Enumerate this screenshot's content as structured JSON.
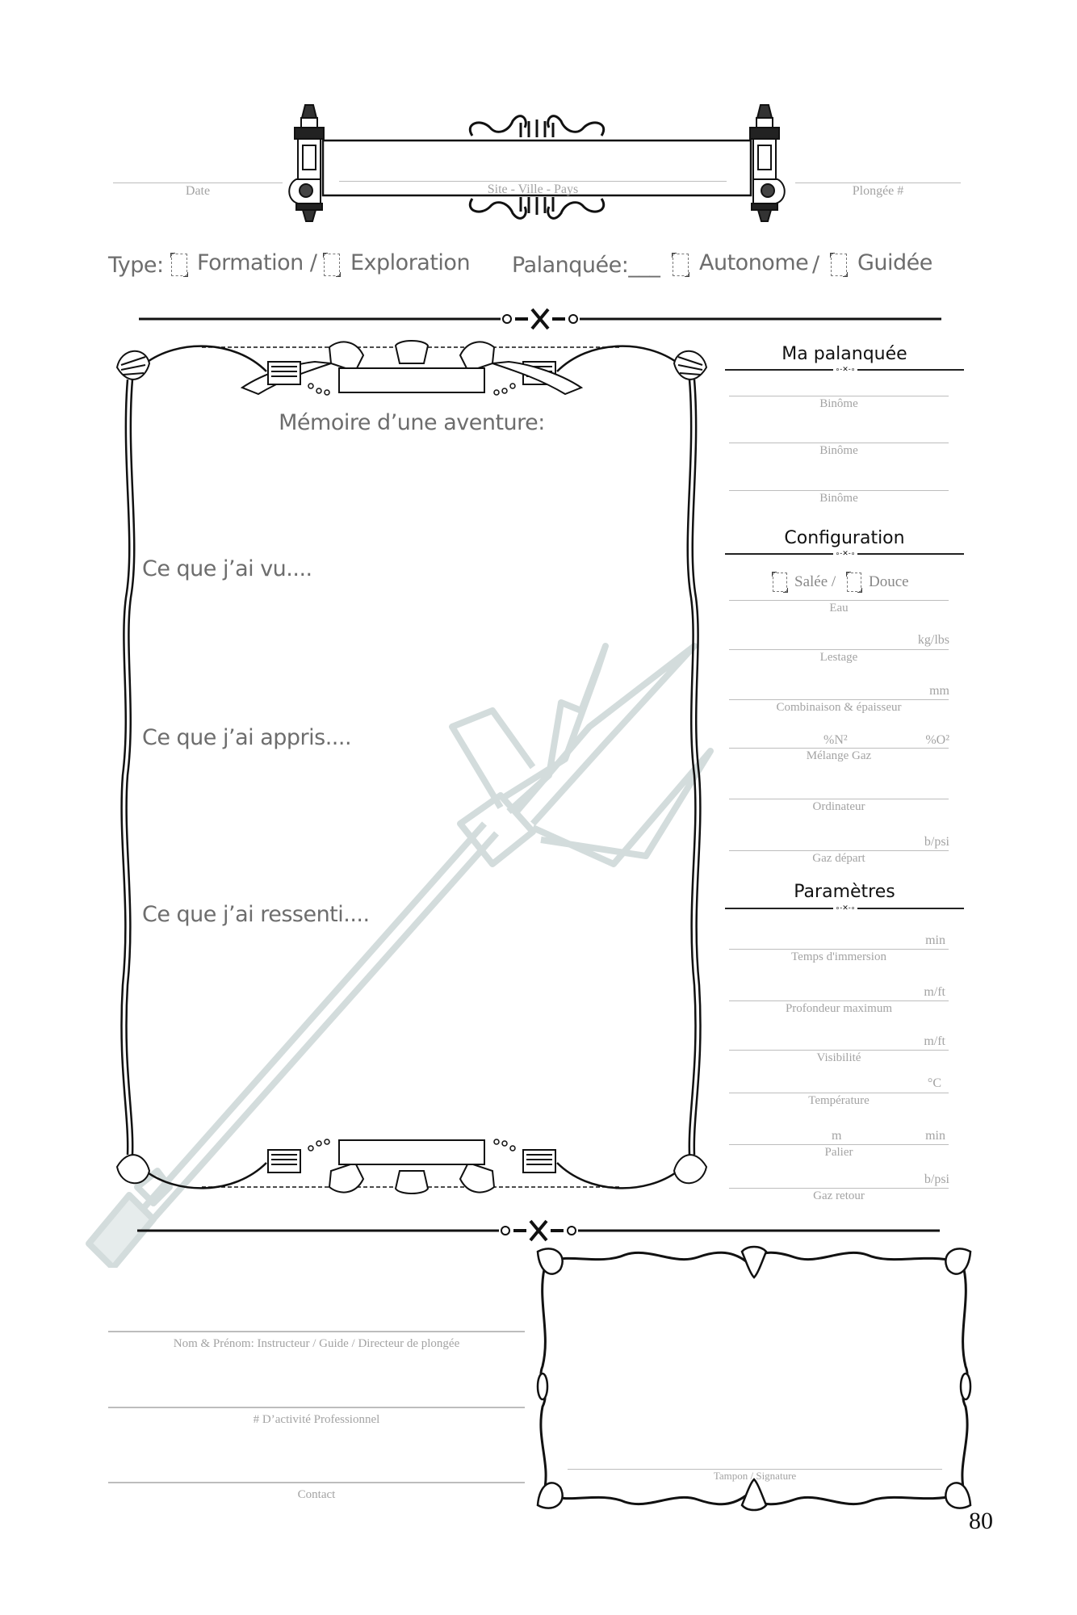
{
  "header": {
    "date_label": "Date",
    "site_label": "Site - Ville - Pays",
    "dive_number_label": "Plongée #"
  },
  "type_row": {
    "type_label": "Type:",
    "options": [
      {
        "label": "Formation /",
        "checked": false
      },
      {
        "label": "Exploration",
        "checked": false
      }
    ],
    "palanquee_label": "Palanquée:___",
    "palanquee_options": [
      {
        "label": "Autonome",
        "checked": false
      },
      {
        "label": "Guidée",
        "checked": false
      }
    ],
    "separator": "/"
  },
  "memoir": {
    "title": "Mémoire d’une aventure:",
    "prompts": [
      "Ce que j’ai vu....",
      "Ce que j’ai appris....",
      "Ce que j’ai ressenti...."
    ]
  },
  "sidebar": {
    "ma_palanquee": {
      "title": "Ma palanquée",
      "fields": [
        {
          "label": "Binôme"
        },
        {
          "label": "Binôme"
        },
        {
          "label": "Binôme"
        }
      ]
    },
    "configuration": {
      "title": "Configuration",
      "water_options": [
        {
          "label": "Salée /",
          "checked": false
        },
        {
          "label": "Douce",
          "checked": false
        }
      ],
      "fields": [
        {
          "label": "Eau",
          "unit_left": "",
          "unit_right": ""
        },
        {
          "label": "Lestage",
          "unit_left": "",
          "unit_right": "kg/lbs"
        },
        {
          "label": "Combinaison & épaisseur",
          "unit_left": "",
          "unit_right": "mm"
        },
        {
          "label": "Mélange Gaz",
          "unit_left": "%N²",
          "unit_right": "%O²"
        },
        {
          "label": "Ordinateur",
          "unit_left": "",
          "unit_right": ""
        },
        {
          "label": "Gaz départ",
          "unit_left": "",
          "unit_right": "b/psi"
        }
      ]
    },
    "parametres": {
      "title": "Paramètres",
      "fields": [
        {
          "label": "Temps d'immersion",
          "unit_left": "",
          "unit_right": "min"
        },
        {
          "label": "Profondeur maximum",
          "unit_left": "",
          "unit_right": "m/ft"
        },
        {
          "label": "Visibilité",
          "unit_left": "",
          "unit_right": "m/ft"
        },
        {
          "label": "Température",
          "unit_left": "",
          "unit_right": "°C"
        },
        {
          "label": "Palier",
          "unit_left": "m",
          "unit_right": "min"
        },
        {
          "label": "Gaz retour",
          "unit_left": "",
          "unit_right": "b/psi"
        }
      ]
    }
  },
  "footer": {
    "fields": [
      {
        "label": "Nom & Prénom: Instructeur / Guide / Directeur de plongée"
      },
      {
        "label": "# D’activité Professionnel"
      },
      {
        "label": "Contact"
      }
    ],
    "stamp_label": "Tampon / Signature",
    "page_number": "80"
  },
  "colors": {
    "ink": "#111111",
    "label_gray": "#a3a3a3",
    "prompt_gray": "#6d6d6d",
    "rule_gray": "#bdbdbd",
    "trident": "#d3dcdc"
  }
}
